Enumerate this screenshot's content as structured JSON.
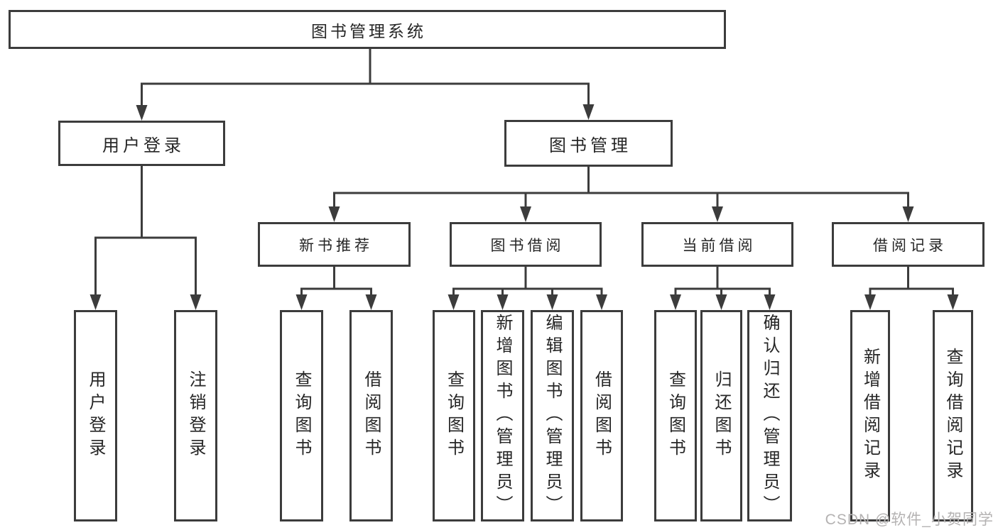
{
  "diagram": {
    "title": "图书管理系统",
    "tree": {
      "label": "图书管理系统",
      "children": [
        {
          "label": "用户登录",
          "children": [
            {
              "label": "用户登录"
            },
            {
              "label": "注销登录"
            }
          ]
        },
        {
          "label": "图书管理",
          "children": [
            {
              "label": "新书推荐",
              "children": [
                {
                  "label": "查询图书"
                },
                {
                  "label": "借阅图书"
                }
              ]
            },
            {
              "label": "图书借阅",
              "children": [
                {
                  "label": "查询图书"
                },
                {
                  "label": "新增图书（管理员）"
                },
                {
                  "label": "编辑图书（管理员）"
                },
                {
                  "label": "借阅图书"
                }
              ]
            },
            {
              "label": "当前借阅",
              "children": [
                {
                  "label": "查询图书"
                },
                {
                  "label": "归还图书"
                },
                {
                  "label": "确认归还（管理员）"
                }
              ]
            },
            {
              "label": "借阅记录",
              "children": [
                {
                  "label": "新增借阅记录"
                },
                {
                  "label": "查询借阅记录"
                }
              ]
            }
          ]
        }
      ]
    },
    "colors": {
      "line": "#3c3c3c",
      "box_border": "#3c3c3c",
      "text": "#262626",
      "background": "#ffffff",
      "watermark": "#b4b2b2"
    }
  },
  "watermark": {
    "text": "CSDN @软件_小贺同学"
  }
}
